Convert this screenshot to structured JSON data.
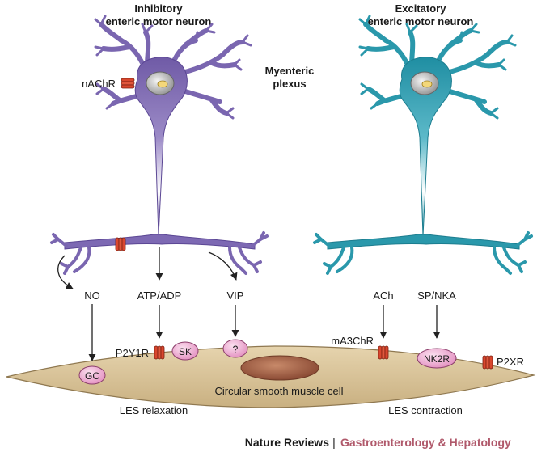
{
  "title_inhibitory": [
    "Inhibitory",
    "enteric motor neuron"
  ],
  "title_excitatory": [
    "Excitatory",
    "enteric motor neuron"
  ],
  "plexus_label": [
    "Myenteric",
    "plexus"
  ],
  "receptor_nachr": "nAChR",
  "neurotransmitters": {
    "no": "NO",
    "atp": "ATP/ADP",
    "vip": "VIP",
    "ach": "ACh",
    "sp": "SP/NKA"
  },
  "receptors": {
    "p2y1r": "P2Y1R",
    "sk": "SK",
    "unknown": "?",
    "gc": "GC",
    "ma3chr": "mA3ChR",
    "nk2r": "NK2R",
    "p2xr": "P2XR"
  },
  "muscle_cell_label": "Circular smooth muscle cell",
  "outcomes": {
    "relaxation": "LES relaxation",
    "contraction": "LES contraction"
  },
  "footer": {
    "journal": "Nature Reviews",
    "separator": "|",
    "subjournal": "Gastroenterology & Hepatology"
  },
  "colors": {
    "inhibitory": "#8a78b8",
    "excitatory": "#3ea3b5",
    "receptor": "#d9472e",
    "pink_protein": "#f4b4d8",
    "muscle": "#d9c39a",
    "footer_accent": "#b0596b"
  }
}
